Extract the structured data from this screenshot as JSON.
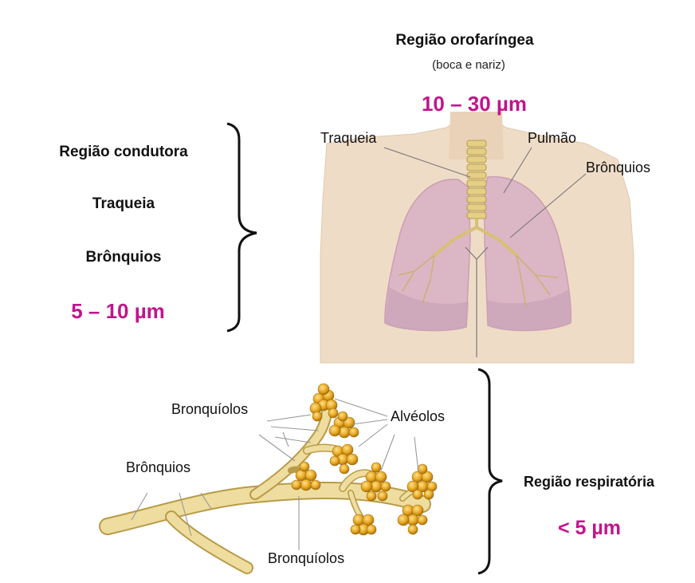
{
  "header": {
    "title": "Região orofaríngea",
    "subtitle": "(boca e nariz)",
    "size": "10 – 30 µm"
  },
  "conducting": {
    "title": "Região condutora",
    "item1": "Traqueia",
    "item2": "Brônquios",
    "size": "5 – 10 µm"
  },
  "torso_labels": {
    "trachea": "Traqueia",
    "lung": "Pulmão",
    "bronchi": "Brônquios"
  },
  "bronchiole_labels": {
    "bronchioles_top": "Bronquíolos",
    "alveoli": "Alvéolos",
    "bronchi": "Brônquios",
    "bronchioles_bottom": "Bronquíolos"
  },
  "respiratory": {
    "title": "Região respiratória",
    "size": "< 5 µm"
  },
  "colors": {
    "accent": "#c0158c",
    "skin": "#efdcc7",
    "lung": "#d9b2c4",
    "airway": "#e3cf86",
    "alveoli": "#e8a820"
  }
}
